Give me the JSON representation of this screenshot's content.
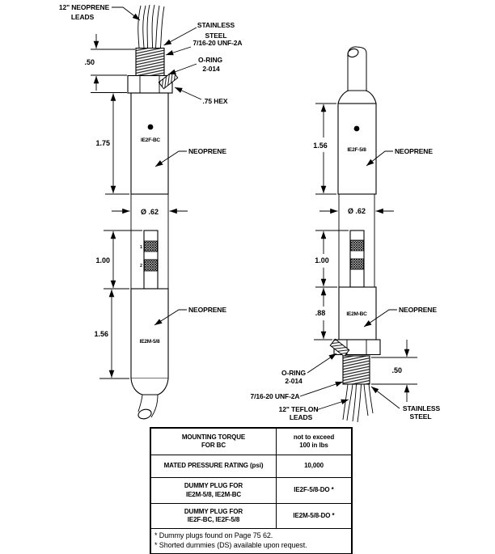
{
  "figures": {
    "left": {
      "upper_label": "IE2F-BC",
      "lower_label": "IE2M-5/8",
      "pin_bands": [
        "1",
        "2"
      ],
      "dims": {
        "thread": ".50",
        "upper": "1.75",
        "dia": "Ø .62",
        "pin": "1.00",
        "lower": "1.56"
      },
      "callouts": {
        "leads1": "12\" NEOPRENE",
        "leads2": "LEADS",
        "ss1": "STAINLESS",
        "ss2": "STEEL",
        "thread": "7/16-20 UNF-2A",
        "oring1": "O-RING",
        "oring2": "2-014",
        "hex": ".75 HEX",
        "neo_upper": "NEOPRENE",
        "neo_lower": "NEOPRENE"
      }
    },
    "right": {
      "upper_label": "IE2F-5/8",
      "lower_label": "IE2M-BC",
      "dims": {
        "upper": "1.56",
        "dia": "Ø .62",
        "pin": "1.00",
        "lower": ".88",
        "thread": ".50"
      },
      "callouts": {
        "oring1": "O-RING",
        "oring2": "2-014",
        "thread": "7/16-20 UNF-2A",
        "leads1": "12\" TEFLON",
        "leads2": "LEADS",
        "ss1": "STAINLESS",
        "ss2": "STEEL",
        "neo_upper": "NEOPRENE",
        "neo_lower": "NEOPRENE"
      }
    }
  },
  "table": {
    "rows": [
      {
        "label1": "MOUNTING TORQUE",
        "label2": "FOR BC",
        "value1": "not to exceed",
        "value2": "100 in lbs"
      },
      {
        "label1": "MATED PRESSURE RATING (psi)",
        "value1": "10,000"
      },
      {
        "label1": "DUMMY PLUG FOR",
        "label2": "IE2M-5/8, IE2M-BC",
        "value1": "IE2F-5/8-DO *"
      },
      {
        "label1": "DUMMY PLUG FOR",
        "label2": "IE2F-BC, IE2F-5/8",
        "value1": "IE2M-5/8-DO *"
      }
    ],
    "footnote1": "* Dummy plugs found on Page 75 62.",
    "footnote2": "* Shorted dummies (DS) available upon request."
  },
  "colors": {
    "line": "#000000",
    "background": "#ffffff"
  }
}
